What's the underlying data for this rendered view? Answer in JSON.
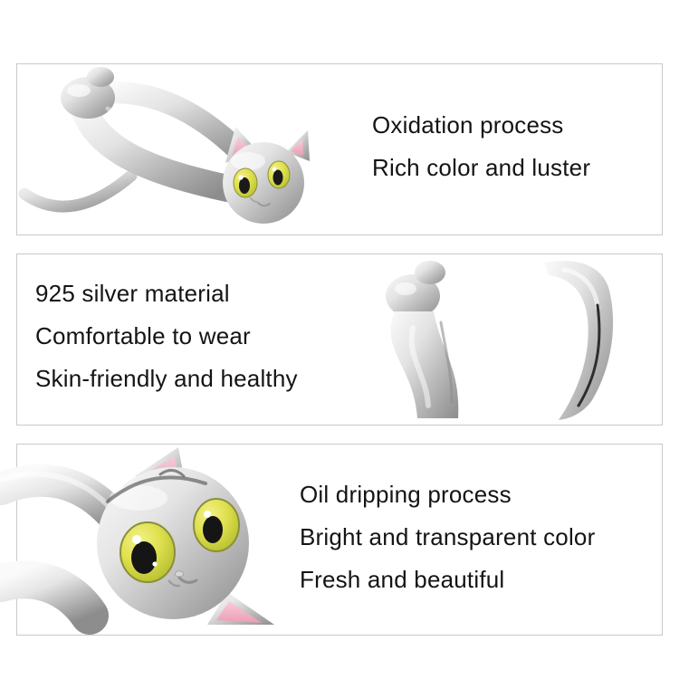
{
  "page": {
    "background": "#ffffff",
    "description": "silver cat earring product feature sheet"
  },
  "colors": {
    "panel_border": "#c9c9c9",
    "text": "#141414",
    "silver_light": "#f7f7f7",
    "silver_mid": "#c4c4c4",
    "silver_dark": "#8f8f8f",
    "eye_yellow": "#dfe04e",
    "eye_pupil": "#1a1a1a",
    "ear_pink": "#f3b6c6"
  },
  "panels": [
    {
      "name": "oxidation-process",
      "image": "silver-cat-charm-hanging-photo",
      "lines": [
        "Oxidation process",
        "Rich color and luster"
      ]
    },
    {
      "name": "material",
      "image": "silver-earring-hoop-parts-photo",
      "lines": [
        "925 silver material",
        "Comfortable to wear",
        "Skin-friendly and healthy"
      ]
    },
    {
      "name": "oil-dripping-process",
      "image": "silver-cat-face-closeup-photo",
      "lines": [
        "Oil dripping process",
        "Bright and transparent color",
        "Fresh and beautiful"
      ]
    }
  ]
}
